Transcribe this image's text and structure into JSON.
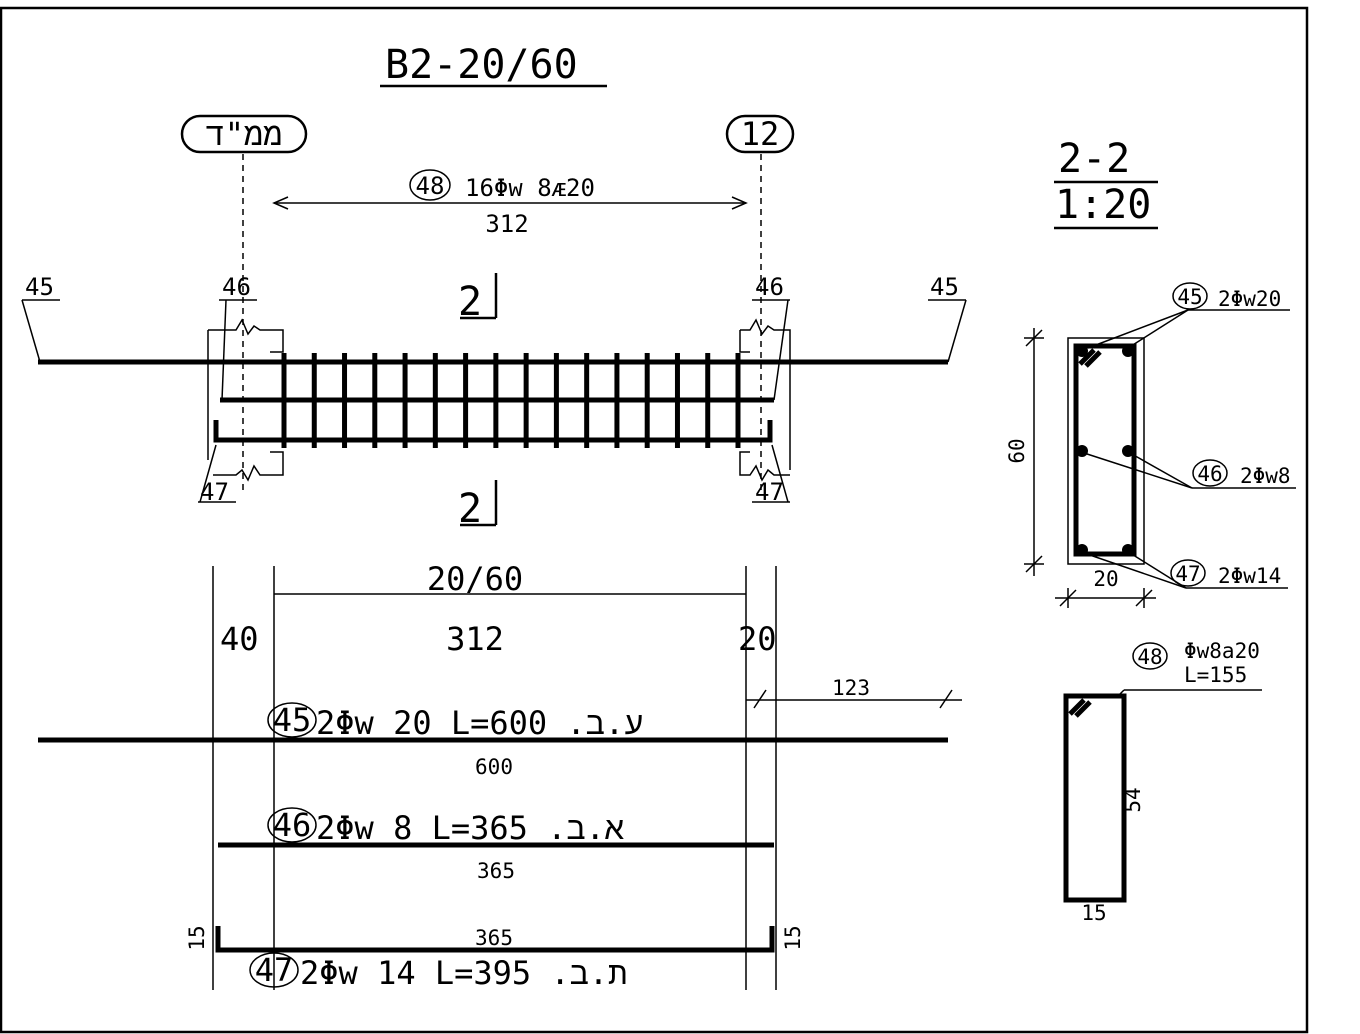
{
  "beam": {
    "title": "B2-20/60",
    "axis_left": "ממ\"ד",
    "axis_right": "12",
    "stirrup_mark": "48",
    "stirrup_spec": "16Φᴡ 8ᴁ20",
    "span": "312",
    "bar_top_left": "45",
    "bar_top_right": "45",
    "bar_mid_left": "46",
    "bar_mid_right": "46",
    "bar_bot_left": "47",
    "bar_bot_right": "47",
    "section_mark_top": "2",
    "section_mark_bottom": "2"
  },
  "section": {
    "title": "2-2",
    "scale": "1:20",
    "height": "60",
    "width": "20",
    "bar45_mark": "45",
    "bar45_spec": "2Φw20",
    "bar46_mark": "46",
    "bar46_spec": "2Φw8",
    "bar47_mark": "47",
    "bar47_spec": "2Φw14"
  },
  "stirrup_detail": {
    "mark": "48",
    "spec": "Φw8a20",
    "length": "L=155",
    "height": "54",
    "width": "15"
  },
  "schedule": {
    "label": "20/60",
    "left_support": "40",
    "span": "312",
    "right_support": "20",
    "extension": "123",
    "bar45_mark": "45",
    "bar45_text": "2Φw 20 L=600 .ע.ב",
    "bar45_length": "600",
    "bar46_mark": "46",
    "bar46_text": "2Φw 8 L=365 .א.ב",
    "bar46_length": "365",
    "bar47_mark": "47",
    "bar47_text": "2Φw 14 L=395 .ת.ב",
    "bar47_length": "365",
    "bar47_hook_left": "15",
    "bar47_hook_right": "15"
  }
}
